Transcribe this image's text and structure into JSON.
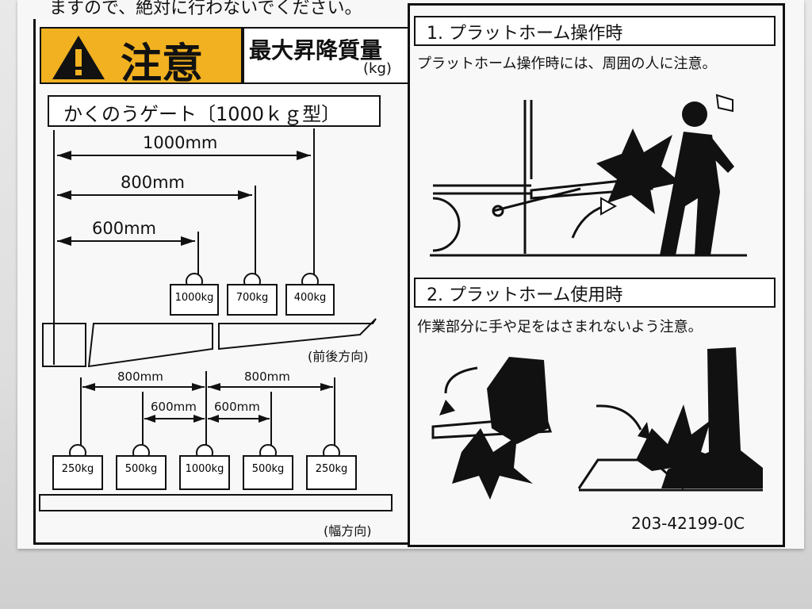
{
  "top_text": "ますので、絶対に行わないでください。",
  "caution": {
    "title": "注意",
    "max_lift_label": "最大昇降質量",
    "unit": "(kg)"
  },
  "gate": {
    "title": "かくのうゲート〔1000ｋｇ型〕",
    "dims_length": [
      "1000mm",
      "800mm",
      "600mm"
    ],
    "weights_length": [
      "1000kg",
      "700kg",
      "400kg"
    ],
    "direction_length": "(前後方向)",
    "dims_width": [
      "800mm",
      "800mm",
      "600mm",
      "600mm"
    ],
    "weights_width": [
      "250kg",
      "500kg",
      "1000kg",
      "500kg",
      "250kg"
    ],
    "direction_width": "(幅方向)"
  },
  "section1": {
    "heading": "1. プラットホーム操作時",
    "text": "プラットホーム操作時には、周囲の人に注意。"
  },
  "section2": {
    "heading": "2. プラットホーム使用時",
    "text": "作業部分に手や足をはさまれないよう注意。"
  },
  "part_number": "203-42199-0C",
  "colors": {
    "caution_yellow": "#f1b120",
    "ink": "#111111"
  },
  "icons": [
    "warning-triangle-icon",
    "falling-person-icon",
    "crushed-hand-icon",
    "crushed-foot-icon",
    "curved-arrow-icon"
  ]
}
